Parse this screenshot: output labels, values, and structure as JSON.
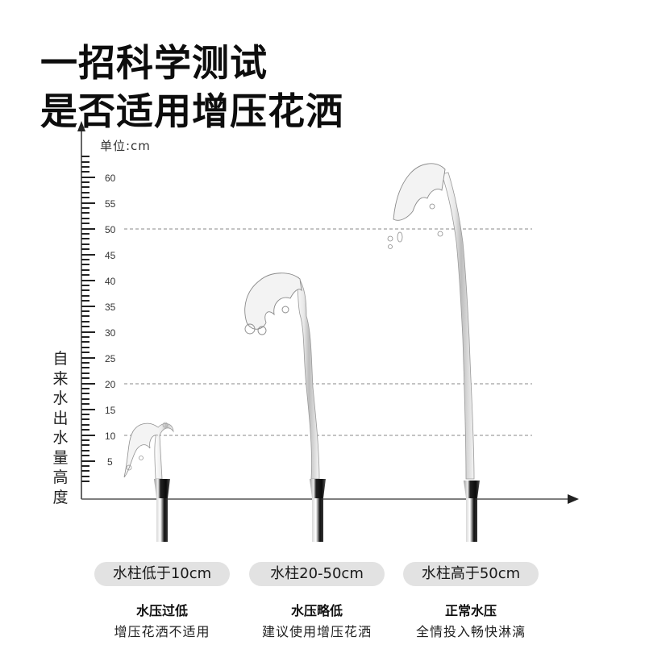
{
  "header": {
    "title_line1": "一招科学测试",
    "title_line2": "是否适用增压花洒"
  },
  "axis": {
    "unit_label": "单位:cm",
    "y_label": "自来水出水量高度"
  },
  "chart_data": {
    "type": "bar",
    "title": "一招科学测试 是否适用增压花洒",
    "ylabel": "自来水出水量高度",
    "yunit": "cm",
    "ylim": [
      0,
      63
    ],
    "yticks": [
      5,
      10,
      15,
      20,
      25,
      30,
      35,
      40,
      45,
      50,
      55,
      60
    ],
    "minor_tick_step": 1,
    "reference_lines": [
      10,
      20,
      50
    ],
    "grid": "dashed reference lines at 10, 20, 50",
    "categories": [
      "水柱低于10cm",
      "水柱20-50cm",
      "水柱高于50cm"
    ],
    "values": [
      10,
      42,
      63
    ],
    "annotations": [
      {
        "category": "水柱低于10cm",
        "title": "水压过低",
        "note": "增压花洒不适用"
      },
      {
        "category": "水柱20-50cm",
        "title": "水压略低",
        "note": "建议使用增压花洒"
      },
      {
        "category": "水柱高于50cm",
        "title": "正常水压",
        "note": "全情投入畅快淋漓"
      }
    ]
  },
  "ticks": {
    "t60": "60",
    "t55": "55",
    "t50": "50",
    "t45": "45",
    "t40": "40",
    "t35": "35",
    "t30": "30",
    "t25": "25",
    "t20": "20",
    "t15": "15",
    "t10": "10",
    "t5": "5"
  },
  "columns": [
    {
      "pill": "水柱低于10cm",
      "title": "水压过低",
      "subtitle": "增压花洒不适用"
    },
    {
      "pill": "水柱20-50cm",
      "title": "水压略低",
      "subtitle": "建议使用增压花洒"
    },
    {
      "pill": "水柱高于50cm",
      "title": "正常水压",
      "subtitle": "全情投入畅快淋漓"
    }
  ],
  "colors": {
    "pill_bg": "#e2e2e2",
    "axis": "#444444",
    "dashed": "#8a8a8a",
    "nozzle": "#1a1a1a"
  }
}
